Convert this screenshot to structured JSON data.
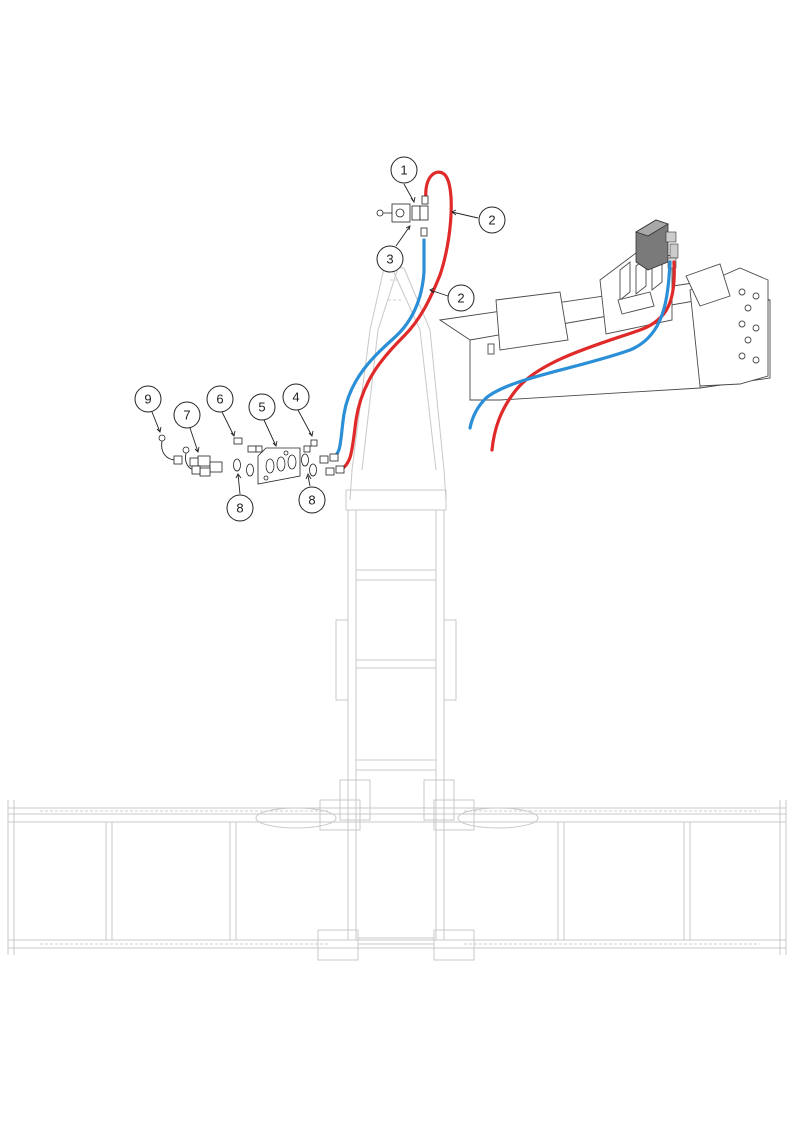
{
  "callouts": [
    {
      "id": "callout-1",
      "label": "1"
    },
    {
      "id": "callout-2a",
      "label": "2"
    },
    {
      "id": "callout-2b",
      "label": "2"
    },
    {
      "id": "callout-3",
      "label": "3"
    },
    {
      "id": "callout-4",
      "label": "4"
    },
    {
      "id": "callout-5",
      "label": "5"
    },
    {
      "id": "callout-6",
      "label": "6"
    },
    {
      "id": "callout-7",
      "label": "7"
    },
    {
      "id": "callout-8a",
      "label": "8"
    },
    {
      "id": "callout-8b",
      "label": "8"
    },
    {
      "id": "callout-9",
      "label": "9"
    }
  ],
  "colors": {
    "pressure_hose": "#e02a2a",
    "return_hose": "#2a8fd6",
    "frame_lines": "#c8c8c8"
  }
}
